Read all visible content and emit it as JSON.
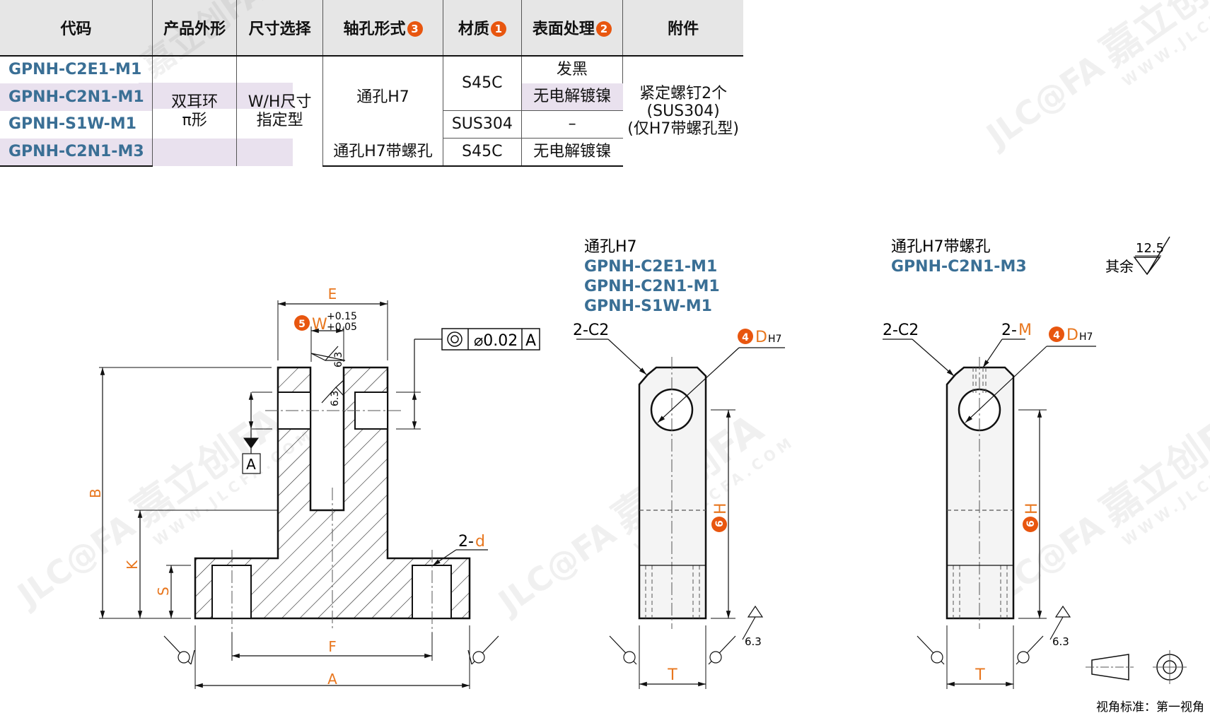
{
  "table": {
    "headers": {
      "code": "代码",
      "shape": "产品外形",
      "size": "尺寸选择",
      "hole": "轴孔形式",
      "hole_badge": "3",
      "material": "材质",
      "material_badge": "1",
      "surface": "表面处理",
      "surface_badge": "2",
      "accessory": "附件"
    },
    "codes": [
      "GPNH-C2E1-M1",
      "GPNH-C2N1-M1",
      "GPNH-S1W-M1",
      "GPNH-C2N1-M3"
    ],
    "shape_line1": "双耳环",
    "shape_line2": "π形",
    "size_line1": "W/H尺寸",
    "size_line2": "指定型",
    "hole_through": "通孔H7",
    "hole_threaded": "通孔H7带螺孔",
    "materials": {
      "s45c_top": "S45C",
      "sus304": "SUS304",
      "s45c_bottom": "S45C"
    },
    "surfaces": [
      "发黑",
      "无电解镀镍",
      "–",
      "无电解镀镍"
    ],
    "accessory_line1": "紧定螺钉2个",
    "accessory_line2": "(SUS304)",
    "accessory_line3": "(仅H7带螺孔型)"
  },
  "drawing_front": {
    "E": "E",
    "W_badge": "5",
    "W": "W",
    "W_tol_upper": "+0.15",
    "W_tol_lower": "+0.05",
    "roughness_slot_top": "6.3",
    "roughness_slot_side": "6.3",
    "concentricity_tol": "⌀0.02",
    "concentricity_datum": "A",
    "datum_label": "A",
    "B": "B",
    "K": "K",
    "S": "S",
    "hole_callout_prefix": "2-",
    "hole_callout_var": "d",
    "F": "F",
    "A": "A"
  },
  "drawing_side1": {
    "title": "通孔H7",
    "codes": [
      "GPNH-C2E1-M1",
      "GPNH-C2N1-M1",
      "GPNH-S1W-M1"
    ],
    "chamfer": "2-C2",
    "D_badge": "4",
    "D": "D",
    "D_tol": "H7",
    "H_badge": "6",
    "H": "H",
    "T": "T",
    "roughness": "6.3"
  },
  "drawing_side2": {
    "title": "通孔H7带螺孔",
    "code": "GPNH-C2N1-M3",
    "chamfer": "2-C2",
    "thread_prefix": "2-",
    "thread_var": "M",
    "D_badge": "4",
    "D": "D",
    "D_tol": "H7",
    "H_badge": "6",
    "H": "H",
    "T": "T",
    "roughness": "6.3"
  },
  "general_roughness": {
    "label": "其余",
    "value": "12.5"
  },
  "projection": {
    "label": "视角标准：第一视角"
  },
  "watermark": {
    "brand": "嘉立创FA",
    "logo": "JLC@FA",
    "url": "WWW.JLCFA.COM"
  },
  "colors": {
    "accent": "#e8771f",
    "badge": "#e8560f",
    "code_blue": "#3a6f95",
    "row_alt": "#e9e1ee"
  }
}
